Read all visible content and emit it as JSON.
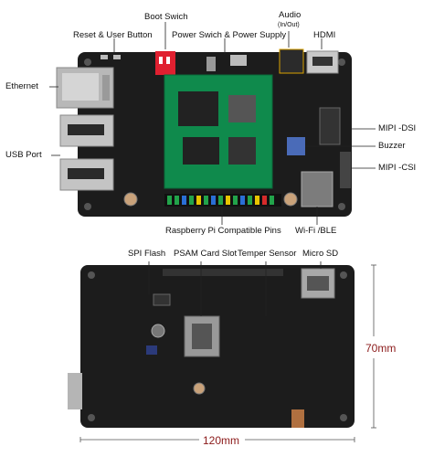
{
  "top_labels": {
    "boot_switch": "Boot Swich",
    "audio": "Audio",
    "audio_sub": "(In/Out)",
    "reset_user": "Reset & User Button",
    "power": "Power Swich & Power Supply",
    "hdmi": "HDMI",
    "ethernet": "Ethernet",
    "mipi_dsi": "MIPI -DSI",
    "buzzer": "Buzzer",
    "usb_port": "USB Port",
    "mipi_csi": "MIPI -CSI",
    "rpi_pins": "Raspberry Pi Compatible Pins",
    "wifi": "Wi-Fi /BLE"
  },
  "bottom_labels": {
    "spi_flash": "SPI Flash",
    "psam": "PSAM Card Slot",
    "temper": "Temper Sensor",
    "micro_sd": "Micro SD"
  },
  "dimensions": {
    "height": "70mm",
    "width": "120mm"
  },
  "colors": {
    "board": "#1c1c1c",
    "som": "#0f8a4c",
    "dimension_text": "#8b1a1a",
    "boot_switch": "#e02030"
  }
}
